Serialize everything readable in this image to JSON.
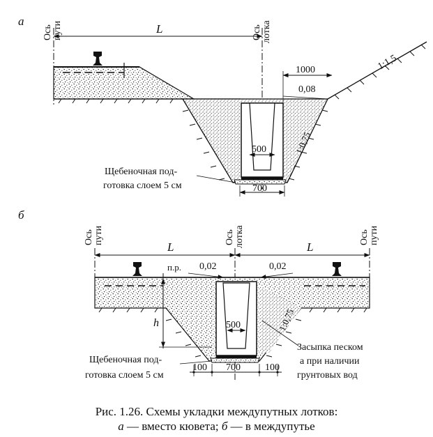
{
  "panel_a": {
    "letter": "а",
    "axis_track": [
      "Ось",
      "пути"
    ],
    "axis_tray": [
      "Ось",
      "лотка"
    ],
    "dim_L": "L",
    "dim_top": "1000",
    "slope_top": "0,08",
    "slope_side": "1:1,5",
    "slope_wall": "1:0,75",
    "inner_width": "500",
    "bottom_width": "700",
    "label_gravel": [
      "Щебеночная под-",
      "готовка слоем 5 см"
    ]
  },
  "panel_b": {
    "letter": "б",
    "axis_track_left": [
      "Ось",
      "пути"
    ],
    "axis_tray": [
      "Ось",
      "лотка"
    ],
    "axis_track_right": [
      "Ось",
      "пути"
    ],
    "dim_L_left": "L",
    "dim_L_right": "L",
    "label_pr": "п.р.",
    "slope_left": "0,02",
    "slope_right": "0,02",
    "dim_h": "h",
    "slope_wall": "1:0,75",
    "inner_width": "500",
    "bottom_width": "700",
    "offset_left": "100",
    "offset_right": "100",
    "label_gravel": [
      "Щебеночная под-",
      "готовка слоем 5 см"
    ],
    "label_sand": [
      "Засыпка песком",
      "а при наличии",
      "грунтовых вод"
    ]
  },
  "caption": {
    "line1": "Рис. 1.26. Схемы  укладки междупутных лотков:",
    "line2_a": "а",
    "line2_mid": " — вместо кювета; ",
    "line2_b": "б",
    "line2_end": " — в междупутье"
  }
}
